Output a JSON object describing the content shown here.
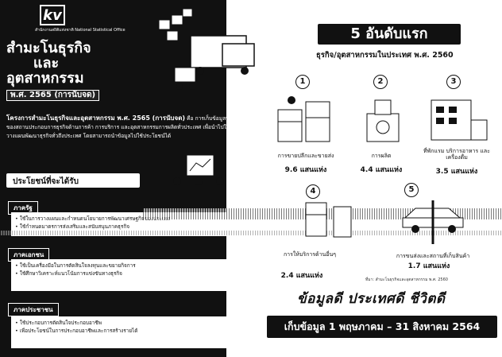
{
  "org": {
    "logo_letters": "kv",
    "logo_text": "สำนักงานสถิติแห่งชาติ National Statistical Office"
  },
  "title": {
    "line1": "สำมะโนธุรกิจ",
    "line2": "และ",
    "line3": "อุตสาหกรรม",
    "year_label": "พ.ศ. 2565 (การนับจด)"
  },
  "intro": {
    "lead": "โครงการสำมะโนธุรกิจและอุตสาหกรรม พ.ศ. 2565 (การนับจด)",
    "text": " คือ การเก็บข้อมูลพื้นฐานของสถานประกอบการธุรกิจด้านการค้า การบริการ และอุตสาหกรรมการผลิตทั่วประเทศ เพื่อนำไปใช้วางแผนพัฒนาธุรกิจทั่วถึงประเทศ โดยสามารถนำข้อมูลไปใช้ประโยชน์ได้"
  },
  "benefits": {
    "heading": "ประโยชน์ที่จะได้รับ",
    "groups": [
      {
        "title": "ภาครัฐ",
        "items": [
          "ใช้ในการวางแผนและกำหนดนโยบายการพัฒนาเศรษฐกิจของประเทศ",
          "ใช้กำหนดมาตรการส่งเสริมและสนับสนุนภาคธุรกิจ"
        ]
      },
      {
        "title": "ภาคเอกชน",
        "items": [
          "ใช้เป็นเครื่องมือในการตัดสินใจลงทุนและขยายกิจการ",
          "ใช้ศึกษาวิเคราะห์แนวโน้มการแข่งขันทางธุรกิจ"
        ]
      },
      {
        "title": "ภาคประชาชน",
        "items": [
          "ใช้ประกอบการตัดสินใจประกอบอาชีพ",
          "เพื่อประโยชน์ในการประกอบอาชีพและการสร้างรายได้"
        ]
      }
    ]
  },
  "top5": {
    "heading": "5 อันดับแรก",
    "subheading": "ธุรกิจ/อุตสาหกรรมในประเทศ พ.ศ. 2560",
    "ranks": [
      {
        "num": "1",
        "label": "การขายปลีกและขายส่ง",
        "value": "9.6 แสนแห่ง"
      },
      {
        "num": "2",
        "label": "การผลิต",
        "value": "4.4 แสนแห่ง"
      },
      {
        "num": "3",
        "label": "ที่พักแรม บริการอาหาร และเครื่องดื่ม",
        "value": "3.5 แสนแห่ง"
      },
      {
        "num": "4",
        "label": "การให้บริการด้านอื่นๆ",
        "value": "2.4 แสนแห่ง"
      },
      {
        "num": "5",
        "label": "การขนส่งและสถานที่เก็บสินค้า",
        "value": "1.7 แสนแห่ง"
      }
    ],
    "source": "ที่มา: สำมะโนธุรกิจและอุตสาหกรรม พ.ศ. 2560"
  },
  "slogan": "ข้อมูลดี ประเทศดี ชีวิตดี",
  "collection_period": "เก็บข้อมูล 1 พฤษภาคม – 31 สิงหาคม 2564"
}
